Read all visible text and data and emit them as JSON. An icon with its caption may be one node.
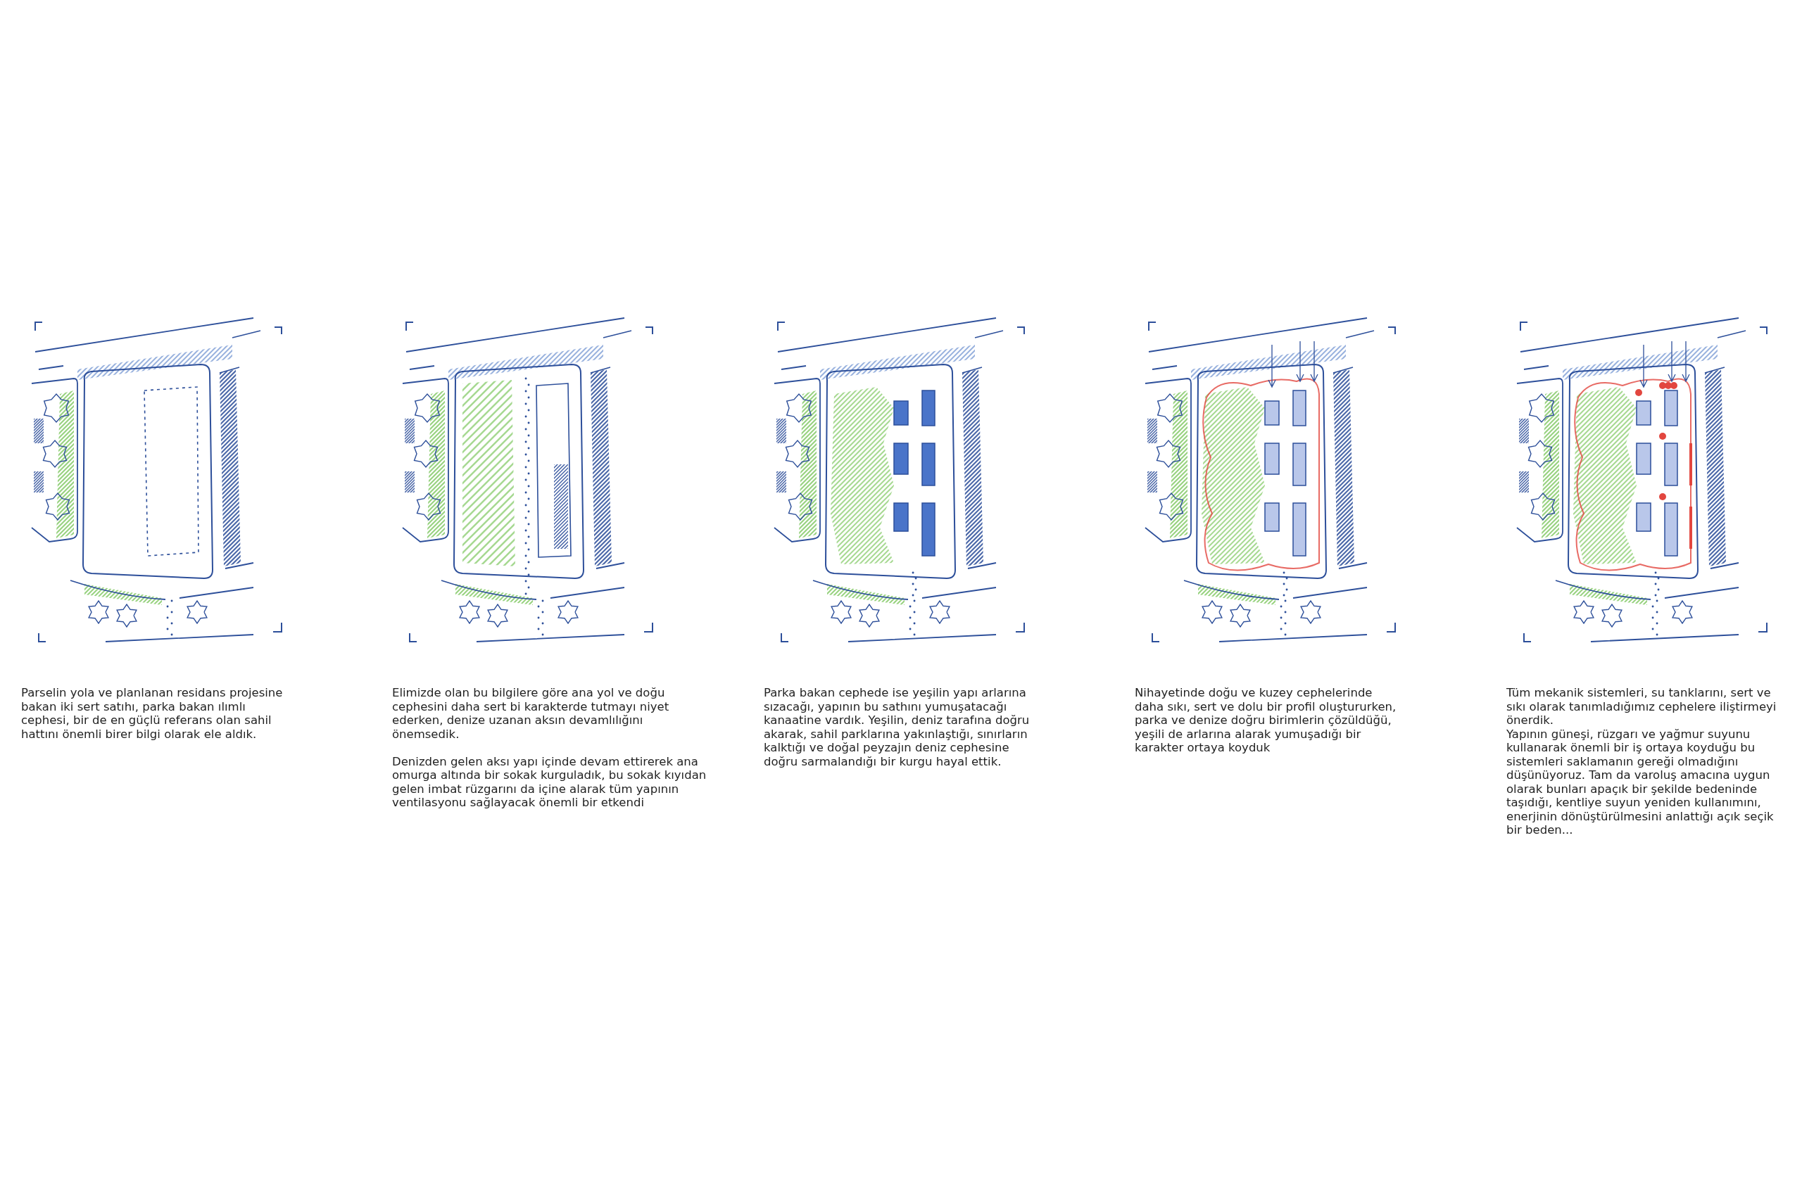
{
  "diagram": {
    "nodes": [
      {
        "text": [],
        "shape": "picture",
        "beside": [
          "Parselin yola ve planlanan residans projesine bakan iki sert satıhı, parka bakan ılımlı cephesi, bir de en güçlü referans olan sahil hattını önemli birer bilgi olarak ele aldık."
        ]
      },
      {
        "text": [],
        "shape": "picture",
        "beside": [
          "Elimizde olan bu bilgilere göre ana yol ve doğu cephesini daha sert bi karakterde tutmayı niyet ederken, denize uzanan aksın devamlılığını önemsedik.",
          "Denizden gelen aksı yapı içinde devam ettirerek ana omurga altında bir sokak kurguladık, bu sokak kıyıdan gelen imbat rüzgarını da içine alarak tüm yapının ventilasyonu sağlayacak önemli bir etkendi"
        ]
      },
      {
        "text": [],
        "shape": "picture",
        "beside": [
          "Parka bakan cephede ise yeşilin yapı arlarına sızacağı, yapının bu sathını yumuşatacağı kanaatine vardık. Yeşilin, deniz tarafına doğru akarak, sahil parklarına yakınlaştığı, sınırların kalktığı ve doğal peyzajın deniz cephesine doğru sarmalandığı bir kurgu hayal ettik."
        ]
      },
      {
        "text": [],
        "shape": "picture",
        "beside": [
          "Nihayetinde doğu ve kuzey cephelerinde daha sıkı, sert ve dolu bir profil oluştururken, parka ve denize doğru birimlerin çözüldüğü, yeşili de arlarına alarak yumuşadığı bir karakter ortaya koyduk"
        ]
      },
      {
        "text": [],
        "shape": "picture",
        "beside": [
          "Tüm mekanik sistemleri, su tanklarını, sert ve sıkı olarak tanımladığımız cephelere iliştirmeyi önerdik.",
          "Yapının güneşi, rüzgarı ve yağmur suyunu kullanarak önemli bir iş ortaya koyduğu bu sistemleri saklamanın gereği olmadığını düşünüyoruz. Tam da varoluş amacına uygun olarak bunları apaçık bir şekilde bedeninde taşıdığı, kentliye suyun yeniden kullanımını, enerjinin dönüştürülmesini anlattığı açık seçik bir beden..."
        ]
      }
    ]
  }
}
